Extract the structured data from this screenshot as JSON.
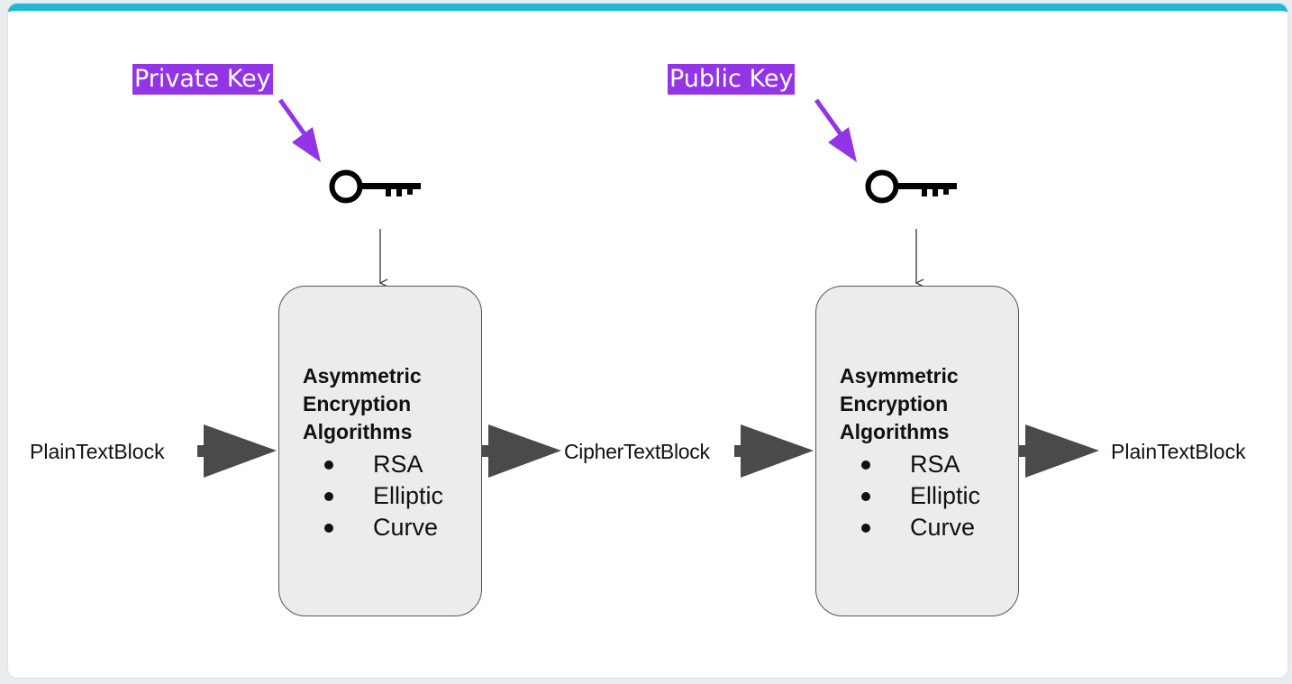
{
  "labels": {
    "private_key": "Private Key",
    "public_key": "Public Key"
  },
  "boxes": [
    {
      "title_lines": [
        "Asymmetric",
        "Encryption",
        "Algorithms"
      ],
      "items": [
        "RSA",
        "Elliptic",
        "Curve"
      ]
    },
    {
      "title_lines": [
        "Asymmetric",
        "Encryption",
        "Algorithms"
      ],
      "items": [
        "RSA",
        "Elliptic",
        "Curve"
      ]
    }
  ],
  "flow": {
    "input": "PlainTextBlock",
    "middle": "CipherTextBlock",
    "output": "PlainTextBlock"
  },
  "colors": {
    "accent_bar": "#1fb7d6",
    "key_label_bg": "#9334e6",
    "pointer_arrow": "#9334e6",
    "flow_arrow": "#4a4a4a",
    "box_fill": "#ececec"
  },
  "icons": {
    "key": "key-icon"
  }
}
